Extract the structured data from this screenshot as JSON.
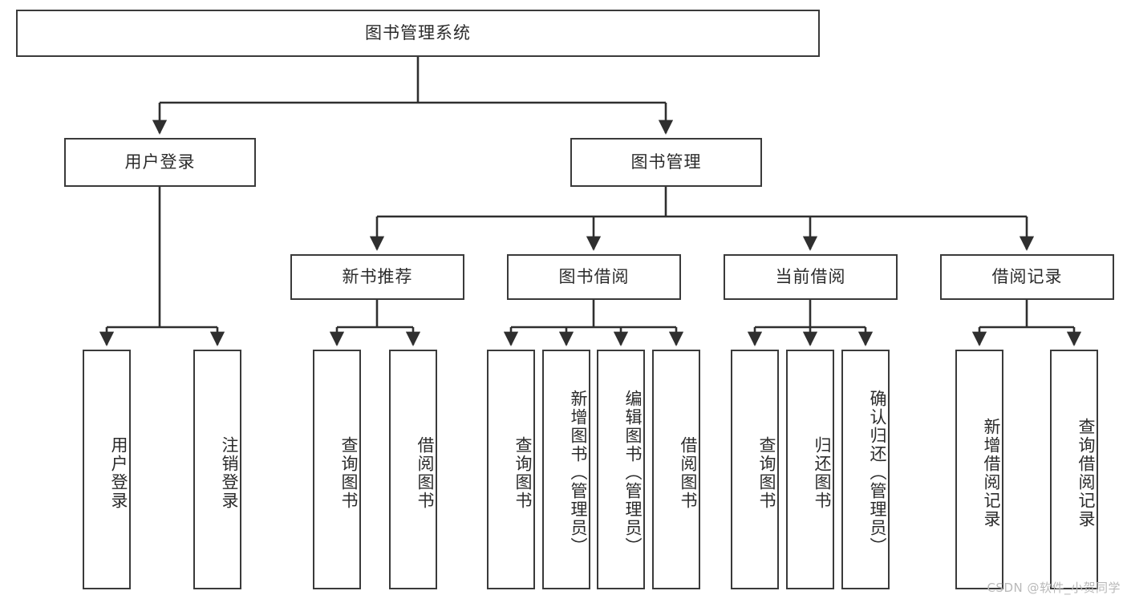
{
  "diagram": {
    "type": "tree-hierarchy",
    "title": "图书管理系统",
    "orientation": "top-down",
    "style": {
      "box_border_color": "#3a3a3a",
      "box_fill_color": "#ffffff",
      "line_color": "#2f2f2f",
      "text_color": "#2b2b2b",
      "background": "#ffffff"
    },
    "root": {
      "label": "图书管理系统",
      "level": 0
    },
    "level1": [
      {
        "label": "用户登录",
        "level": 1
      },
      {
        "label": "图书管理",
        "level": 1
      }
    ],
    "level2": [
      {
        "label": "新书推荐",
        "parent": "图书管理"
      },
      {
        "label": "图书借阅",
        "parent": "图书管理"
      },
      {
        "label": "当前借阅",
        "parent": "图书管理"
      },
      {
        "label": "借阅记录",
        "parent": "图书管理"
      }
    ],
    "leaves": {
      "用户登录": [
        "用户登录",
        "注销登录"
      ],
      "新书推荐": [
        "查询图书",
        "借阅图书"
      ],
      "图书借阅": [
        "查询图书",
        "新增图书（管理员）",
        "编辑图书（管理员）",
        "借阅图书"
      ],
      "当前借阅": [
        "查询图书",
        "归还图书",
        "确认归还（管理员）"
      ],
      "借阅记录": [
        "新增借阅记录",
        "查询借阅记录"
      ]
    }
  },
  "nodes": {
    "root": "图书管理系统",
    "l1_0": "用户登录",
    "l1_1": "图书管理",
    "l2_0": "新书推荐",
    "l2_1": "图书借阅",
    "l2_2": "当前借阅",
    "l2_3": "借阅记录",
    "leaf_0": "用户登录",
    "leaf_1": "注销登录",
    "leaf_2": "查询图书",
    "leaf_3": "借阅图书",
    "leaf_4": "查询图书",
    "leaf_5": "新增图书（管理员）",
    "leaf_6": "编辑图书（管理员）",
    "leaf_7": "借阅图书",
    "leaf_8": "查询图书",
    "leaf_9": "归还图书",
    "leaf_10": "确认归还（管理员）",
    "leaf_11": "新增借阅记录",
    "leaf_12": "查询借阅记录"
  },
  "watermark": {
    "text": "CSDN @软件_小贺同学"
  }
}
